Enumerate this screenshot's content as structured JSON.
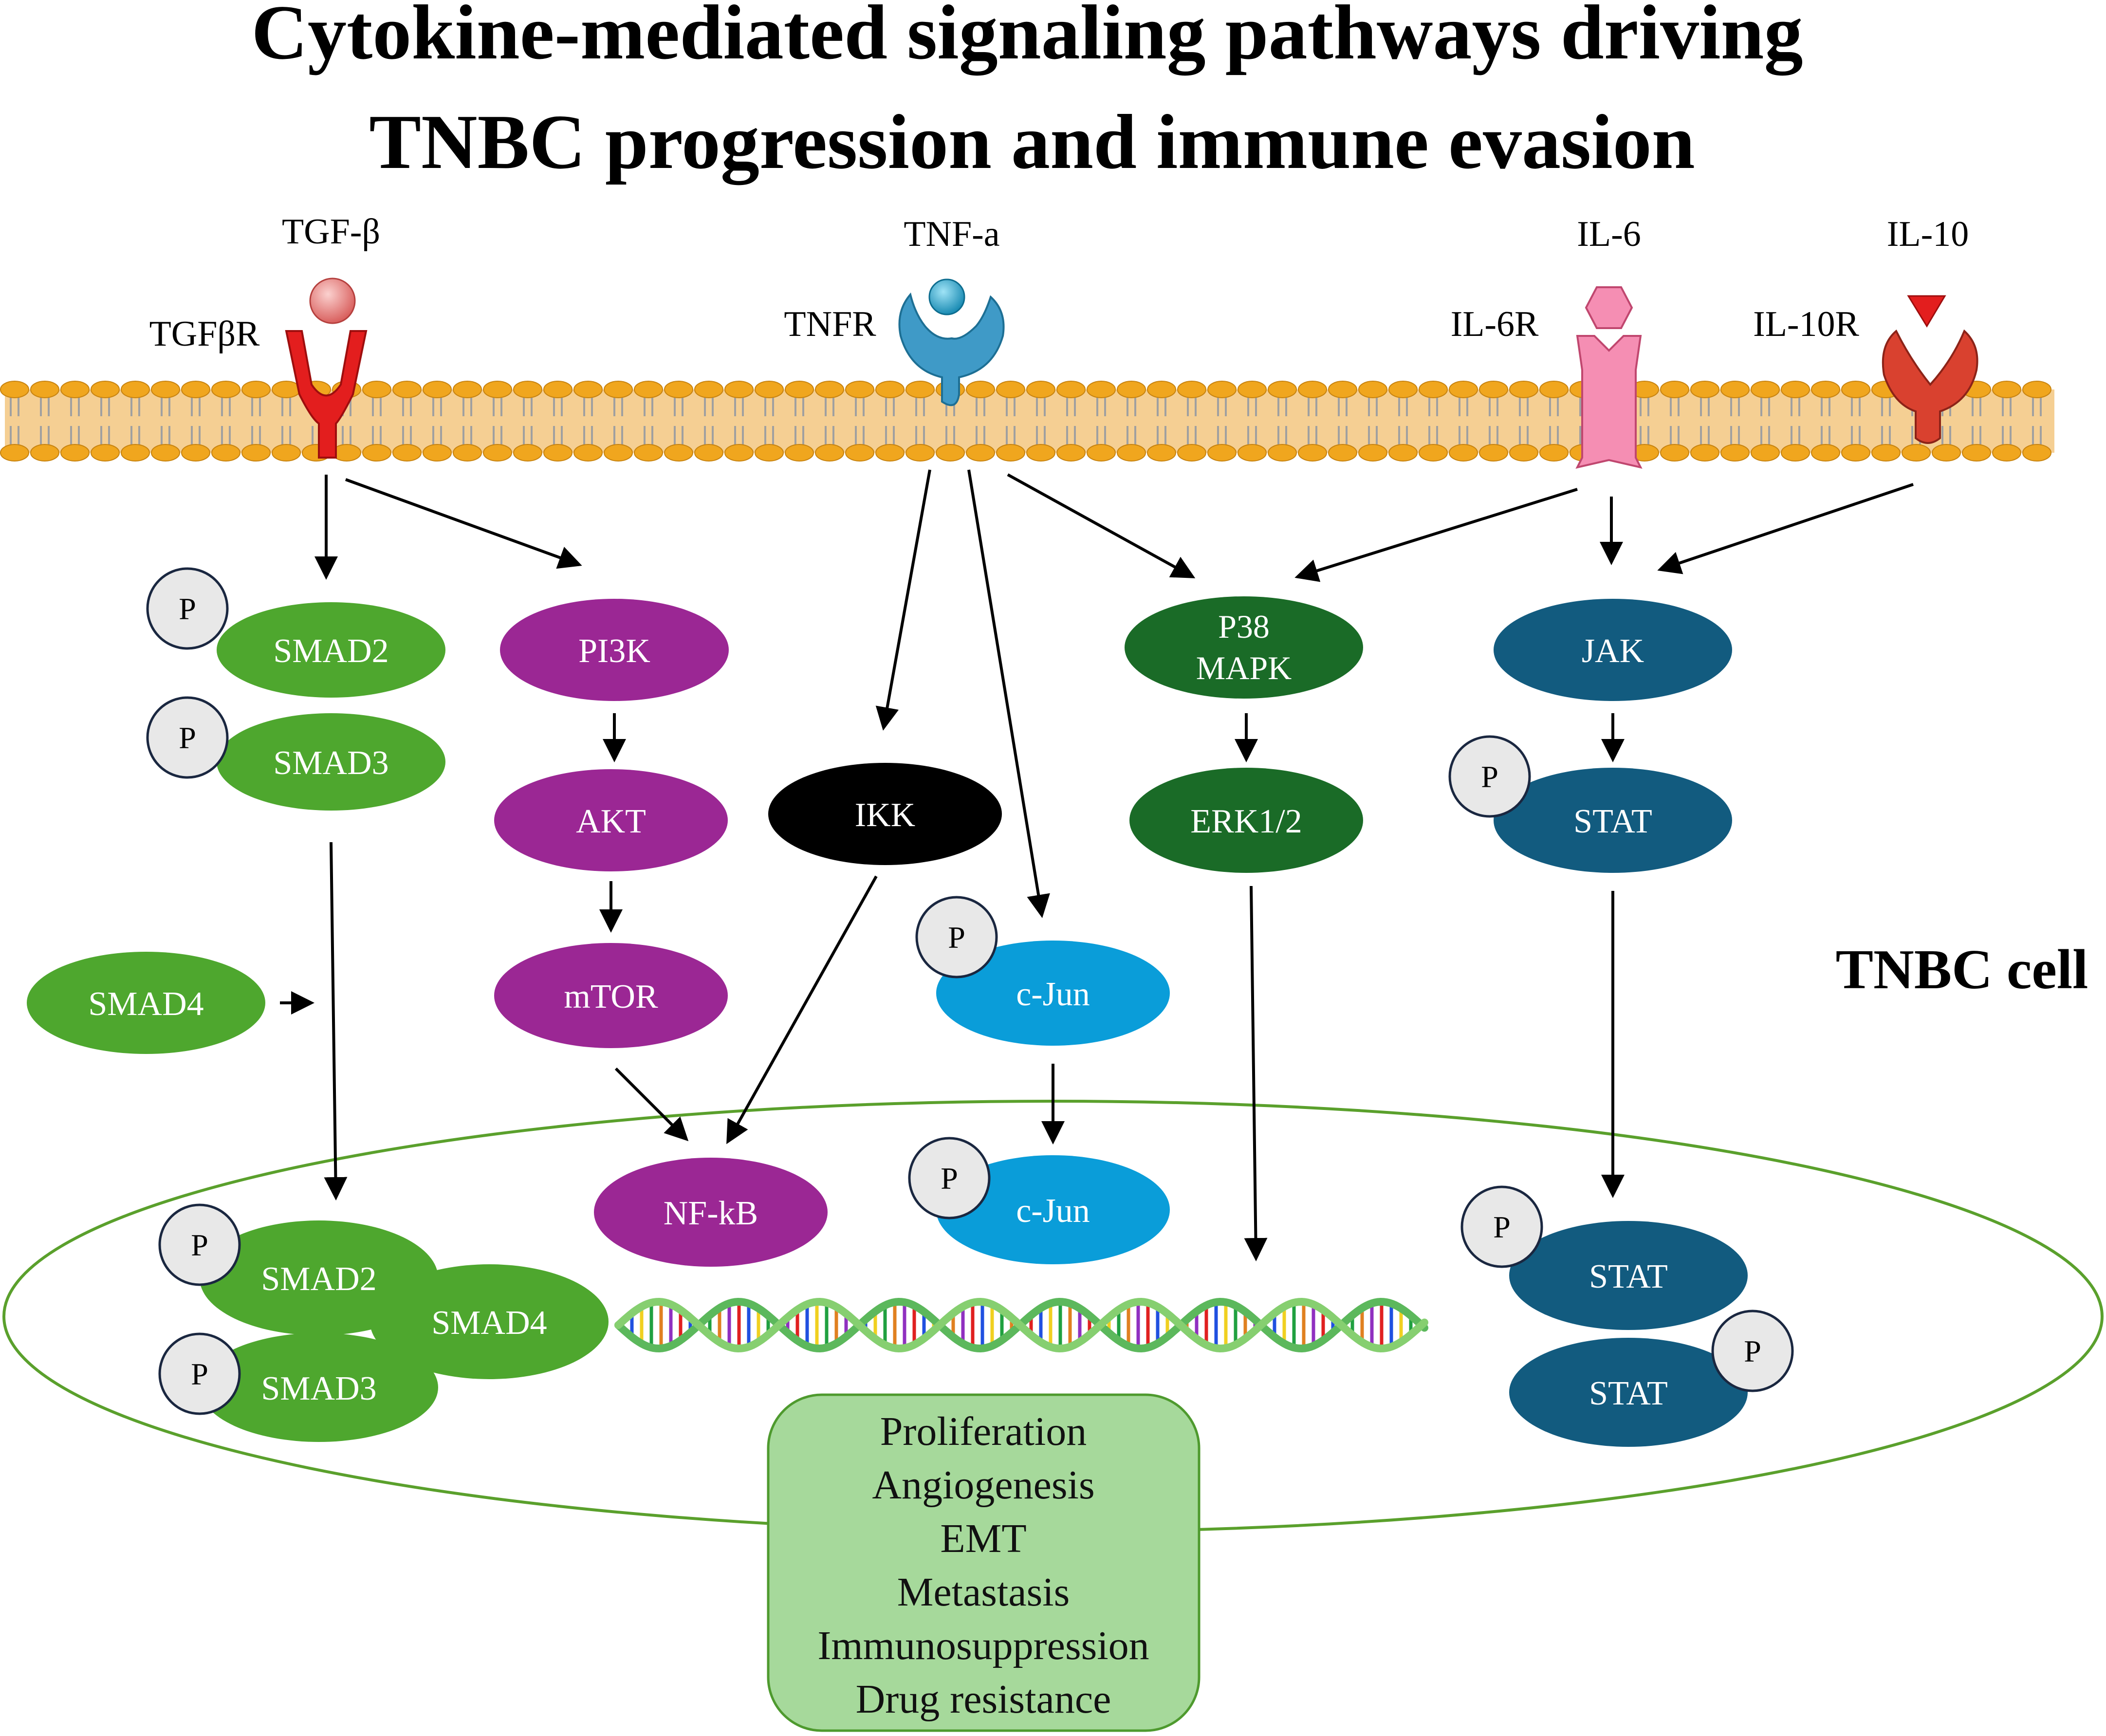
{
  "title": {
    "line1": "Cytokine-mediated signaling pathways driving",
    "line2": "TNBC progression and immune evasion"
  },
  "cytokines": {
    "tgfb": "TGF-β",
    "tnfa": "TNF-a",
    "il6": "IL-6",
    "il10": "IL-10"
  },
  "receptors": {
    "tgfbr": "TGFβR",
    "tnfr": "TNFR",
    "il6r": "IL-6R",
    "il10r": "IL-10R"
  },
  "nodes": {
    "smad2": "SMAD2",
    "smad3": "SMAD3",
    "smad4": "SMAD4",
    "pi3k": "PI3K",
    "akt": "AKT",
    "mtor": "mTOR",
    "ikk": "IKK",
    "cjun": "c-Jun",
    "p38_line1": "P38",
    "p38_line2": "MAPK",
    "erk": "ERK1/2",
    "jak": "JAK",
    "stat": "STAT",
    "nfkb": "NF-kB",
    "nuc_smad2": "SMAD2",
    "nuc_smad3": "SMAD3",
    "nuc_smad4": "SMAD4",
    "nuc_cjun": "c-Jun",
    "nuc_stat1": "STAT",
    "nuc_stat2": "STAT"
  },
  "phospho_label": "P",
  "cell_label": "TNBC cell",
  "outcomes": [
    "Proliferation",
    "Angiogenesis",
    "EMT",
    "Metastasis",
    "Immunosuppression",
    "Drug resistance"
  ],
  "colors": {
    "smad": "#4ea72e",
    "pi3k_pathway": "#9b2794",
    "ikk": "#000000",
    "cjun": "#0a9dd9",
    "mapk": "#1a6b27",
    "jak_stat": "#125b7f",
    "nucleus_outline": "#5aa02c",
    "outcome_box": "#a6d99b",
    "membrane": "#f2c07a",
    "lipid_head": "#f0a61e"
  }
}
